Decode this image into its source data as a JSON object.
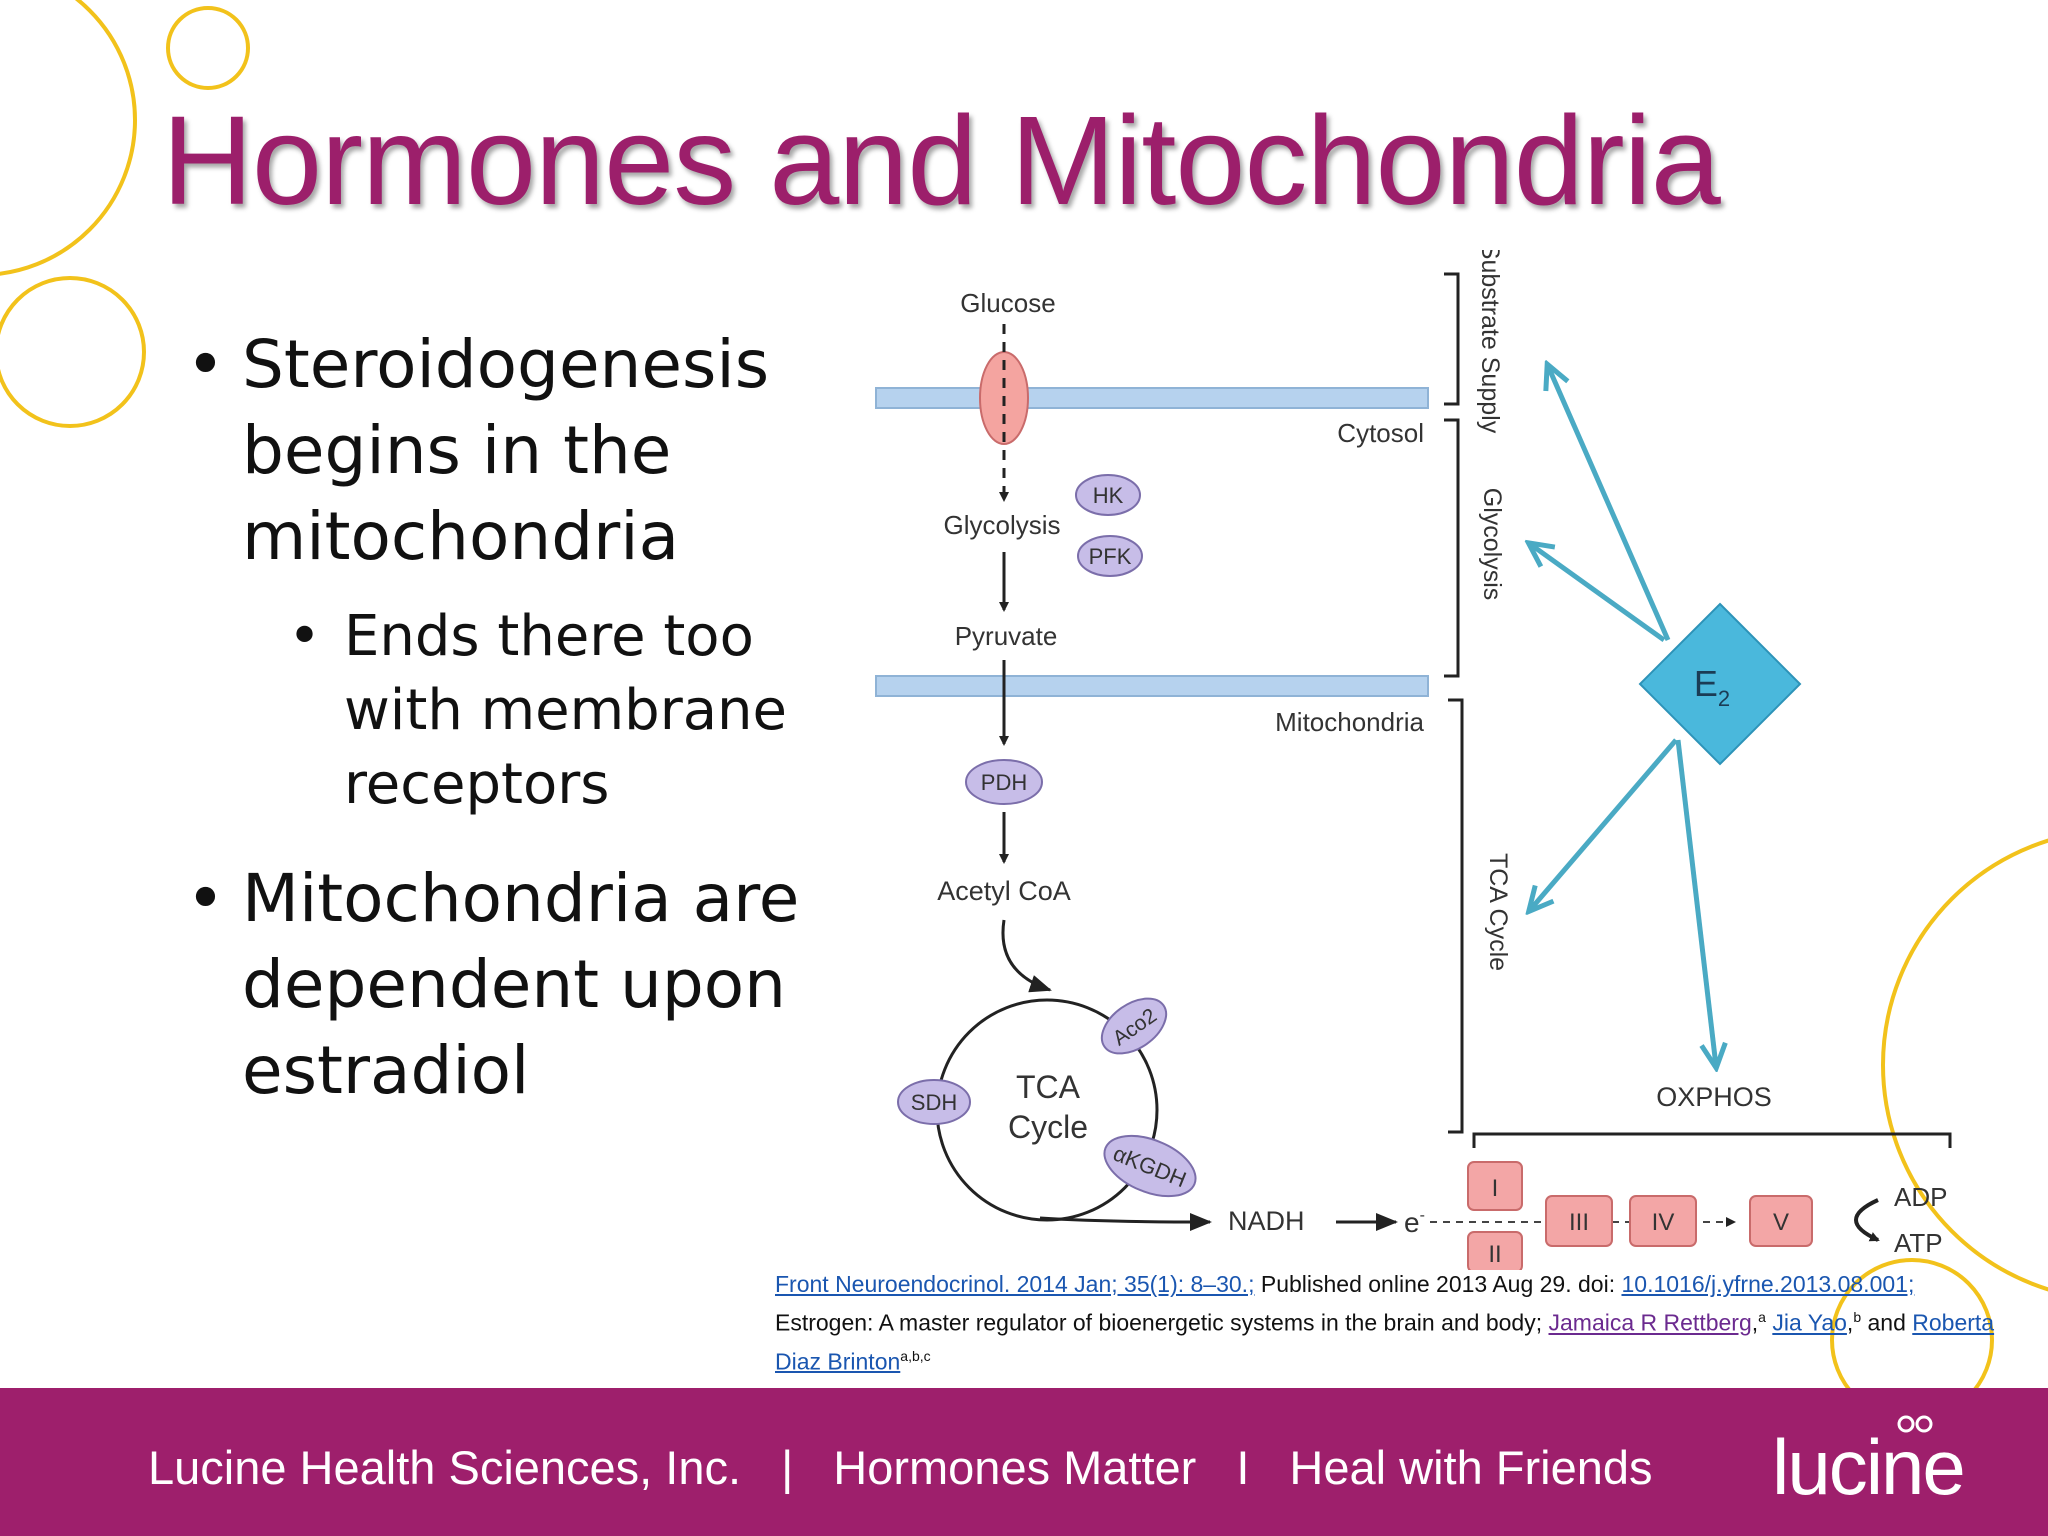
{
  "slide": {
    "title": "Hormones and Mitochondria"
  },
  "bullets": {
    "b1": "Steroidogenesis begins in the mitochondria",
    "b1_sub": "Ends there too with membrane receptors",
    "b2": "Mitochondria are dependent upon estradiol"
  },
  "diagram": {
    "glucose": "Glucose",
    "cytosol": "Cytosol",
    "glycolysis": "Glycolysis",
    "hk": "HK",
    "pfk": "PFK",
    "pyruvate": "Pyruvate",
    "mitochondria": "Mitochondria",
    "pdh": "PDH",
    "acetyl_coa": "Acetyl CoA",
    "tca_line1": "TCA",
    "tca_line2": "Cycle",
    "aco2": "Aco2",
    "sdh": "SDH",
    "akgdh": "αKGDH",
    "nadh": "NADH",
    "electron": "e",
    "electron_sup": "-",
    "complexes": [
      "I",
      "II",
      "III",
      "IV",
      "V"
    ],
    "adp": "ADP",
    "atp": "ATP",
    "oxphos": "OXPHOS",
    "e2": "E",
    "e2_sub": "2",
    "bracket_substrate": "Substrate Supply",
    "bracket_glycolysis": "Glycolysis",
    "bracket_tca": "TCA Cycle",
    "colors": {
      "membrane": "#b6d2ee",
      "arrow_teal": "#4aaac4",
      "e2_fill": "#4ab8dc",
      "enzyme_fill": "#c7bde8",
      "complex_fill": "#f3a6a6"
    }
  },
  "citation": {
    "journal": "Front Neuroendocrinol. 2014 Jan; 35(1): 8–30.;",
    "published": " Published online 2013 Aug 29. doi: ",
    "doi": "10.1016/j.yfrne.2013.08.001;",
    "article": " Estrogen: A master regulator of bioenergetic systems in the brain and body; ",
    "author1": "Jamaica R Rettberg",
    "author1_sup": "a",
    "author2": "Jia Yao",
    "author2_sup": "b",
    "and_text": " and ",
    "author3": "Roberta Diaz Brinton",
    "author3_sup": "a,b,c"
  },
  "footer": {
    "company": "Lucine Health Sciences, Inc.",
    "sep1": "|",
    "tagline1": "Hormones Matter",
    "sep2": "I",
    "tagline2": "Heal with Friends",
    "logo_text": "lucine",
    "accent": "#9e1f6c"
  }
}
